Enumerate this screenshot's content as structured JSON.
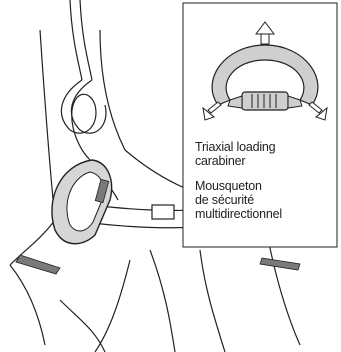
{
  "callout": {
    "label_en": "Triaxial loading\ncarabiner",
    "label_fr": "Mousqueton\nde sécurité\nmultidirectionnel"
  },
  "illustration": {
    "subject": "harness-with-figure-eight-knot-and-triaxial-carabiner",
    "load_arrows": [
      "up",
      "down-left",
      "down-right"
    ],
    "colors": {
      "line": "#222222",
      "carabiner_fill": "#cfcfcf",
      "shade": "#7a7a7a"
    }
  }
}
